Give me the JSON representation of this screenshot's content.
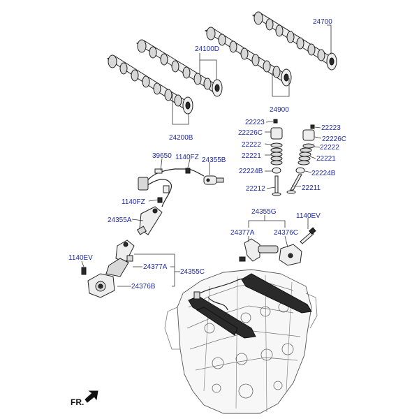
{
  "labels": {
    "p24700": "24700",
    "p24100D": "24100D",
    "p24900": "24900",
    "p24200B": "24200B",
    "p22223_l": "22223",
    "p22226C_l": "22226C",
    "p22222_l": "22222",
    "p22221_l": "22221",
    "p22224B_l": "22224B",
    "p22212": "22212",
    "p22223_r": "22223",
    "p22226C_r": "22226C",
    "p22222_r": "22222",
    "p22221_r": "22221",
    "p22224B_r": "22224B",
    "p22211": "22211",
    "p39650": "39650",
    "p1140FZ_top": "1140FZ",
    "p24355B": "24355B",
    "p1140FZ_mid": "1140FZ",
    "p24355A": "24355A",
    "p24355G": "24355G",
    "p1140EV_r": "1140EV",
    "p24377A_r": "24377A",
    "p24376C": "24376C",
    "p1140EV_l": "1140EV",
    "p24377A_l": "24377A",
    "p24355C": "24355C",
    "p24376B": "24376B",
    "fr": "FR."
  },
  "icons": {
    "fr_arrow": "front-direction-arrow-icon"
  }
}
